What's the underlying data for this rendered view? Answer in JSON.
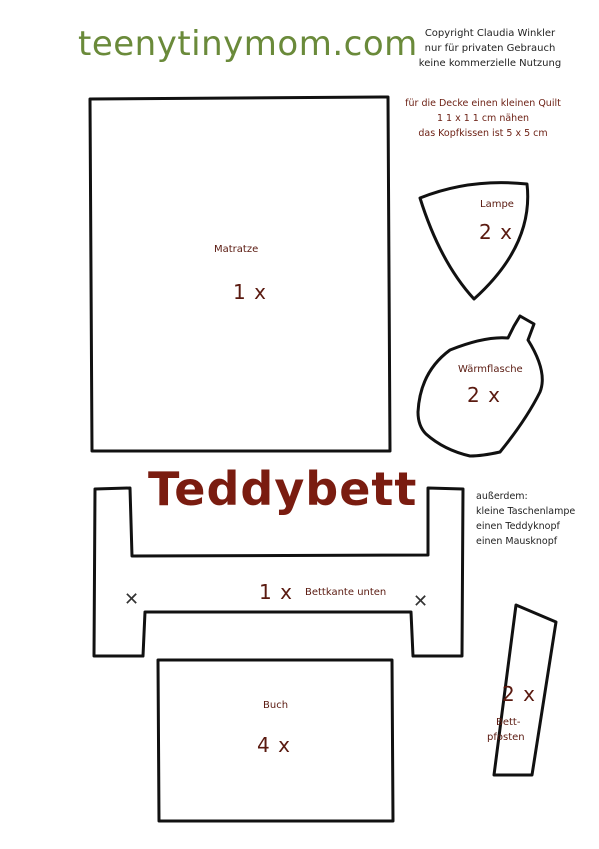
{
  "brand": "teenytinymom.com",
  "copyright": [
    "Copyright Claudia Winkler",
    "nur für privaten Gebrauch",
    "keine kommerzielle Nutzung"
  ],
  "note_top": [
    "für die Decke einen kleinen Quilt",
    "1 1 x 1 1 cm nähen",
    "das Kopfkissen ist 5 x 5 cm"
  ],
  "note_side": [
    "außerdem:",
    "kleine Taschenlampe",
    "einen Teddyknopf",
    "einen Mausknopf"
  ],
  "title": "Teddybett",
  "pieces": {
    "matratze": {
      "label": "Matratze",
      "count": "1 x"
    },
    "lampe": {
      "label": "Lampe",
      "count": "2 x"
    },
    "waermflasche": {
      "label": "Wärmflasche",
      "count": "2 x"
    },
    "bettkante": {
      "label": "Bettkante unten",
      "count": "1 x"
    },
    "buch": {
      "label": "Buch",
      "count": "4 x"
    },
    "bettpfosten": {
      "label_line1": "Bett-",
      "label_line2": "pfosten",
      "count": "2 x"
    }
  },
  "colors": {
    "brand": "#6a8a3a",
    "title": "#7a1c10",
    "labels": "#5a1a10",
    "outline": "#111111"
  }
}
